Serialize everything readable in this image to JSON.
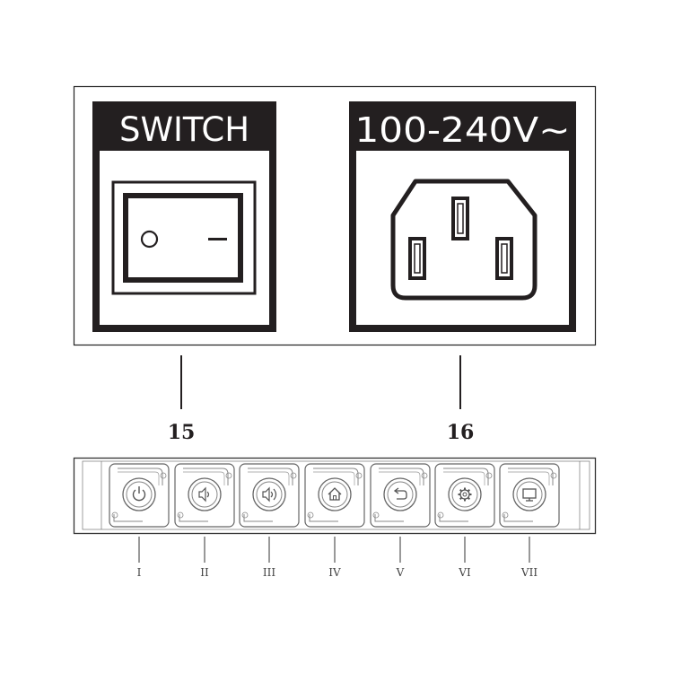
{
  "switch_panel": {
    "title": "SWITCH"
  },
  "power_panel": {
    "title": "100-240V∼"
  },
  "callouts": {
    "switch_number": "15",
    "socket_number": "16"
  },
  "buttons": [
    {
      "numeral": "I",
      "icon": "power-icon"
    },
    {
      "numeral": "II",
      "icon": "volume-down-icon"
    },
    {
      "numeral": "III",
      "icon": "volume-up-icon"
    },
    {
      "numeral": "IV",
      "icon": "home-icon"
    },
    {
      "numeral": "V",
      "icon": "back-icon"
    },
    {
      "numeral": "VI",
      "icon": "settings-icon"
    },
    {
      "numeral": "VII",
      "icon": "display-icon"
    }
  ]
}
